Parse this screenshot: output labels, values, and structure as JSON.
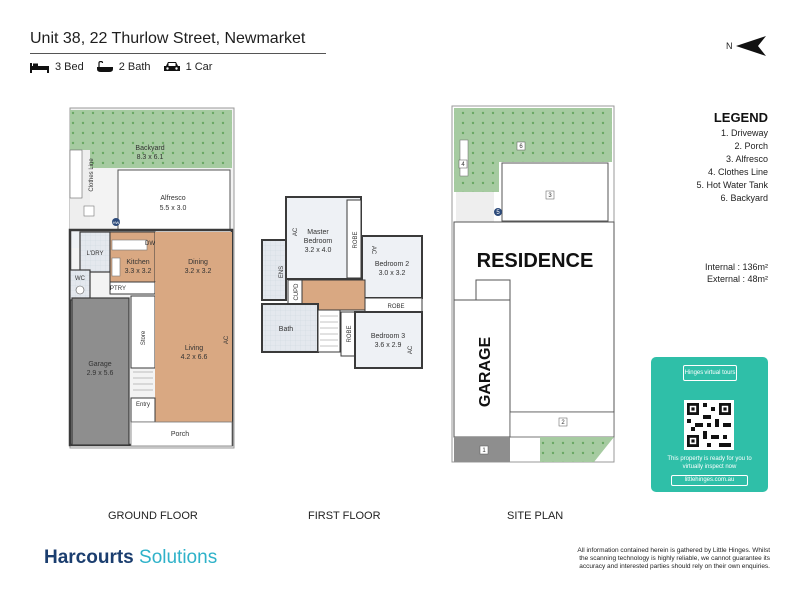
{
  "header": {
    "title": "Unit 38, 22 Thurlow Street, Newmarket",
    "specs": [
      {
        "icon": "bed-icon",
        "label": "3 Bed"
      },
      {
        "icon": "bath-icon",
        "label": "2 Bath"
      },
      {
        "icon": "car-icon",
        "label": "1 Car"
      }
    ],
    "compass_label": "N"
  },
  "ground_floor": {
    "caption": "GROUND FLOOR",
    "backyard": {
      "name": "Backyard",
      "size": "8.3 x 6.1"
    },
    "clothes_line": "Clothes Line",
    "alfresco": {
      "name": "Alfresco",
      "size": "5.5 x 3.0"
    },
    "hwt": "HW",
    "laundry": "L'DRY",
    "wc": "WC",
    "kitchen": {
      "name": "Kitchen",
      "size": "3.3 x 3.2"
    },
    "dw": "DW",
    "dining": {
      "name": "Dining",
      "size": "3.2 x 3.2"
    },
    "pantry": "PTRY",
    "store": "Store",
    "garage": {
      "name": "Garage",
      "size": "2.9 x 5.6"
    },
    "living": {
      "name": "Living",
      "size": "4.2 x 6.6"
    },
    "ac": "AC",
    "entry": "Entry",
    "porch": "Porch"
  },
  "first_floor": {
    "caption": "FIRST FLOOR",
    "master": {
      "name": "Master",
      "name2": "Bedroom",
      "size": "3.2 x 4.0"
    },
    "robe": "ROBE",
    "bed2": {
      "name": "Bedroom 2",
      "size": "3.0 x 3.2"
    },
    "bed3": {
      "name": "Bedroom 3",
      "size": "3.6 x 2.9"
    },
    "ens": "ENS",
    "cupd": "CUPD",
    "bath": "Bath",
    "ac": "AC"
  },
  "site_plan": {
    "caption": "SITE PLAN",
    "residence": "RESIDENCE",
    "garage": "GARAGE",
    "markers": [
      "1",
      "2",
      "3",
      "4",
      "5",
      "6"
    ]
  },
  "legend": {
    "title": "LEGEND",
    "items": [
      "1. Driveway",
      "2. Porch",
      "3. Alfresco",
      "4. Clothes Line",
      "5. Hot Water Tank",
      "6. Backyard"
    ]
  },
  "areas": {
    "internal": "Internal  : 136m²",
    "external": "External  :  48m²"
  },
  "tour_card": {
    "logo_brand": "Hinges",
    "logo_text": "virtual tours",
    "message": "This property is ready for you to virtually inspect now",
    "url": "littlehinges.com.au"
  },
  "brand": {
    "name": "Harcourts",
    "sub": "Solutions"
  },
  "disclaimer": "All information contained herein is gathered by Little Hinges. Whilst the scanning technology is highly reliable, we cannot guarantee its accuracy and interested parties should rely on their own enquiries.",
  "colors": {
    "grass": "#9fc79a",
    "grass_dots": "#6aa864",
    "floor_wood": "#d9a882",
    "garage_grey": "#8e8e8e",
    "walls": "#3a3a3a",
    "tile": "#e4e8ee",
    "tour_teal": "#2fbfa8",
    "brand_navy": "#1b3e6f",
    "brand_cyan": "#2fb2c9"
  }
}
